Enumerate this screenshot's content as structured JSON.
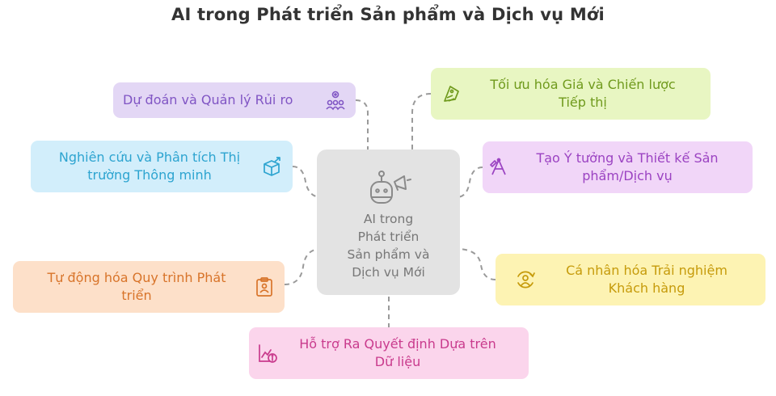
{
  "title": "AI trong Phát triển Sản phẩm và Dịch vụ Mới",
  "center": {
    "lines": [
      "AI trong",
      "Phát triển",
      "Sản phẩm và",
      "Dịch vụ Mới"
    ],
    "icon": "robot-megaphone-icon"
  },
  "nodes": {
    "risk": {
      "text": "Dự đoán và Quản lý Rủi ro",
      "icon": "gears-people-icon",
      "bg": "#e3d7f5",
      "color": "#8055c4"
    },
    "market": {
      "lines": [
        "Nghiên cứu và Phân tích Thị",
        "trường Thông minh"
      ],
      "icon": "box-arrow-icon",
      "bg": "#d2eefb",
      "color": "#2da4d0"
    },
    "automation": {
      "lines": [
        "Tự động hóa Quy trình Phát",
        "triển"
      ],
      "icon": "clipboard-person-icon",
      "bg": "#fde0c9",
      "color": "#d8742a"
    },
    "pricing": {
      "lines": [
        "Tối ưu hóa Giá và Chiến lược",
        "Tiếp thị"
      ],
      "icon": "price-tag-icon",
      "bg": "#e8f6c2",
      "color": "#6f9a1c"
    },
    "ideation": {
      "lines": [
        "Tạo Ý tưởng và Thiết kế Sản",
        "phẩm/Dịch vụ"
      ],
      "icon": "design-tools-icon",
      "bg": "#f1d6f8",
      "color": "#9b43c2"
    },
    "personal": {
      "lines": [
        "Cá nhân hóa Trải nghiệm",
        "Khách hàng"
      ],
      "icon": "user-cycle-icon",
      "bg": "#fdf3b3",
      "color": "#c69b0b"
    },
    "decision": {
      "lines": [
        "Hỗ trợ Ra Quyết định Dựa trên",
        "Dữ liệu"
      ],
      "icon": "chart-info-icon",
      "bg": "#fbd5ec",
      "color": "#c93b8d"
    }
  }
}
